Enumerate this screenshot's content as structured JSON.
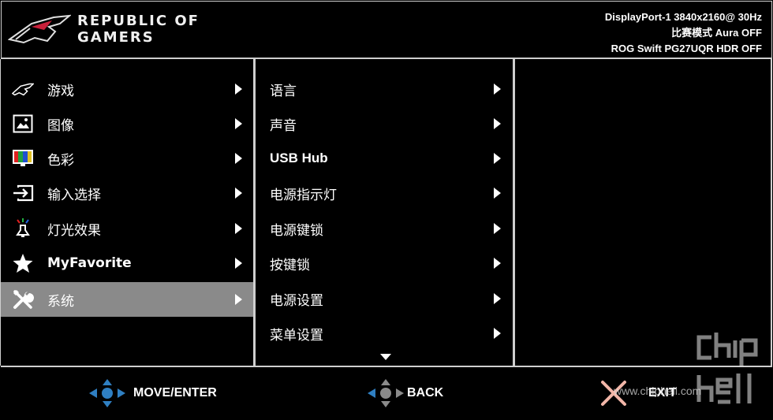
{
  "header": {
    "brand_line1": "REPUBLIC OF",
    "brand_line2": "GAMERS",
    "status_line1": "DisplayPort-1  3840x2160@ 30Hz",
    "status_line2": "比赛模式   Aura OFF",
    "status_line3": "ROG Swift PG27UQR HDR OFF"
  },
  "main_menu": {
    "items": [
      {
        "label": "游戏",
        "icon": "rog-eye-icon"
      },
      {
        "label": "图像",
        "icon": "image-icon"
      },
      {
        "label": "色彩",
        "icon": "color-monitor-icon"
      },
      {
        "label": "输入选择",
        "icon": "input-select-icon"
      },
      {
        "label": "灯光效果",
        "icon": "light-effect-icon"
      },
      {
        "label": "MyFavorite",
        "icon": "star-icon"
      },
      {
        "label": "系统",
        "icon": "tools-icon",
        "selected": true
      }
    ]
  },
  "sub_menu": {
    "items": [
      {
        "label": "语言"
      },
      {
        "label": "声音"
      },
      {
        "label": "USB Hub"
      },
      {
        "label": "电源指示灯"
      },
      {
        "label": "电源键锁"
      },
      {
        "label": "按键锁"
      },
      {
        "label": "电源设置"
      },
      {
        "label": "菜单设置"
      }
    ],
    "more_indicator": "scroll-down-arrow"
  },
  "footer": {
    "move_enter": "MOVE/ENTER",
    "back": "BACK",
    "exit": "EXIT"
  },
  "watermark": {
    "url": "www.chiphell.com",
    "logo": "chip hell"
  },
  "colors": {
    "background": "#000000",
    "border": "#cfcfcf",
    "selected_bg": "#8a8a8a",
    "joystick_blue": "#2f7fc2",
    "exit_pink": "#f2b6a8"
  }
}
